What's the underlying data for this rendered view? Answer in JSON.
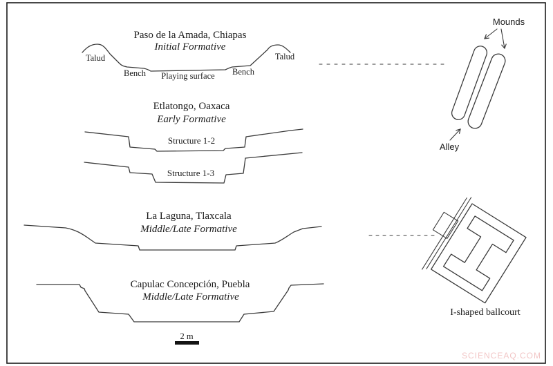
{
  "sections": [
    {
      "title": "Paso de la Amada, Chiapas",
      "period": "Initial Formative",
      "labels": {
        "talud_left": "Talud",
        "talud_right": "Talud",
        "bench_left": "Bench",
        "bench_right": "Bench",
        "playing_surface": "Playing surface"
      }
    },
    {
      "title": "Etlatongo, Oaxaca",
      "period": "Early Formative",
      "structures": [
        "Structure 1-2",
        "Structure 1-3"
      ]
    },
    {
      "title": "La Laguna, Tlaxcala",
      "period": "Middle/Late Formative"
    },
    {
      "title": "Capulac Concepción, Puebla",
      "period": "Middle/Late Formative"
    }
  ],
  "plan_views": {
    "mounds_label": "Mounds",
    "alley_label": "Alley",
    "ballcourt_label": "I-shaped ballcourt"
  },
  "scale_bar": {
    "label": "2 m"
  },
  "watermark": {
    "text": "SCIENCEAQ.COM"
  },
  "colors": {
    "line": "#3a3a3a",
    "text": "#1b1b1b",
    "border": "#1a1a1a",
    "watermark": "#f2c6c6",
    "background": "#ffffff"
  }
}
